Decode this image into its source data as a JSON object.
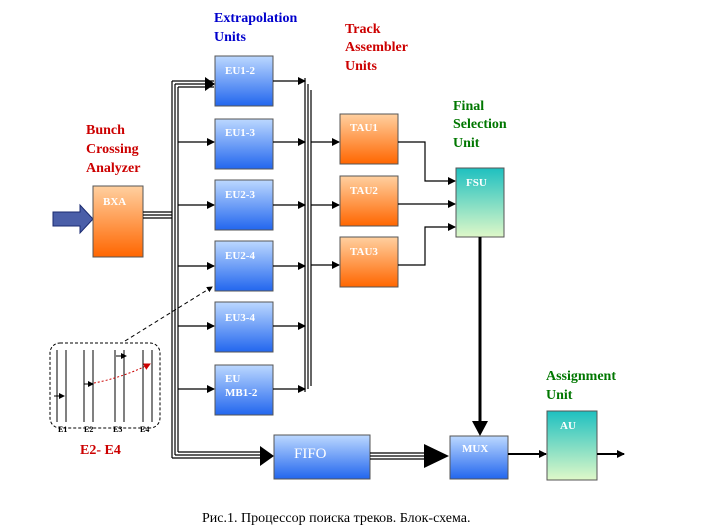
{
  "labels": {
    "eu_group": [
      "Extrapolation",
      "Units"
    ],
    "tau_group": [
      "Track",
      "Assembler",
      "Units"
    ],
    "bca_group": [
      "Bunch",
      "Crossing",
      "Analyzer"
    ],
    "fsu_group": [
      "Final",
      "Selection",
      "Unit"
    ],
    "au_group": [
      "Assignment",
      "Unit"
    ],
    "inset_label": "E2- E4"
  },
  "boxes": {
    "bxa": "BXA",
    "eu": [
      "EU1-2",
      "EU1-3",
      "EU2-3",
      "EU2-4",
      "EU3-4",
      [
        "EU",
        "MB1-2"
      ]
    ],
    "tau": [
      "TAU1",
      "TAU2",
      "TAU3"
    ],
    "fsu": "FSU",
    "fifo": "FIFO",
    "mux": "MUX",
    "au": "AU"
  },
  "inset_ticks": [
    "E1",
    "E2",
    "E3",
    "E4"
  ],
  "caption": "Рис.1. Процессор поиска треков. Блок-схема.",
  "colors": {
    "blue_label": "#0000cc",
    "red_label": "#cc0000",
    "green_label": "#007700",
    "orange_top": "#ffd0a0",
    "orange_bottom": "#ff6600",
    "blue_top": "#bcd8ff",
    "blue_bottom": "#2266ee",
    "green_top": "#1ec0c0",
    "green_bottom": "#dff8c8"
  }
}
